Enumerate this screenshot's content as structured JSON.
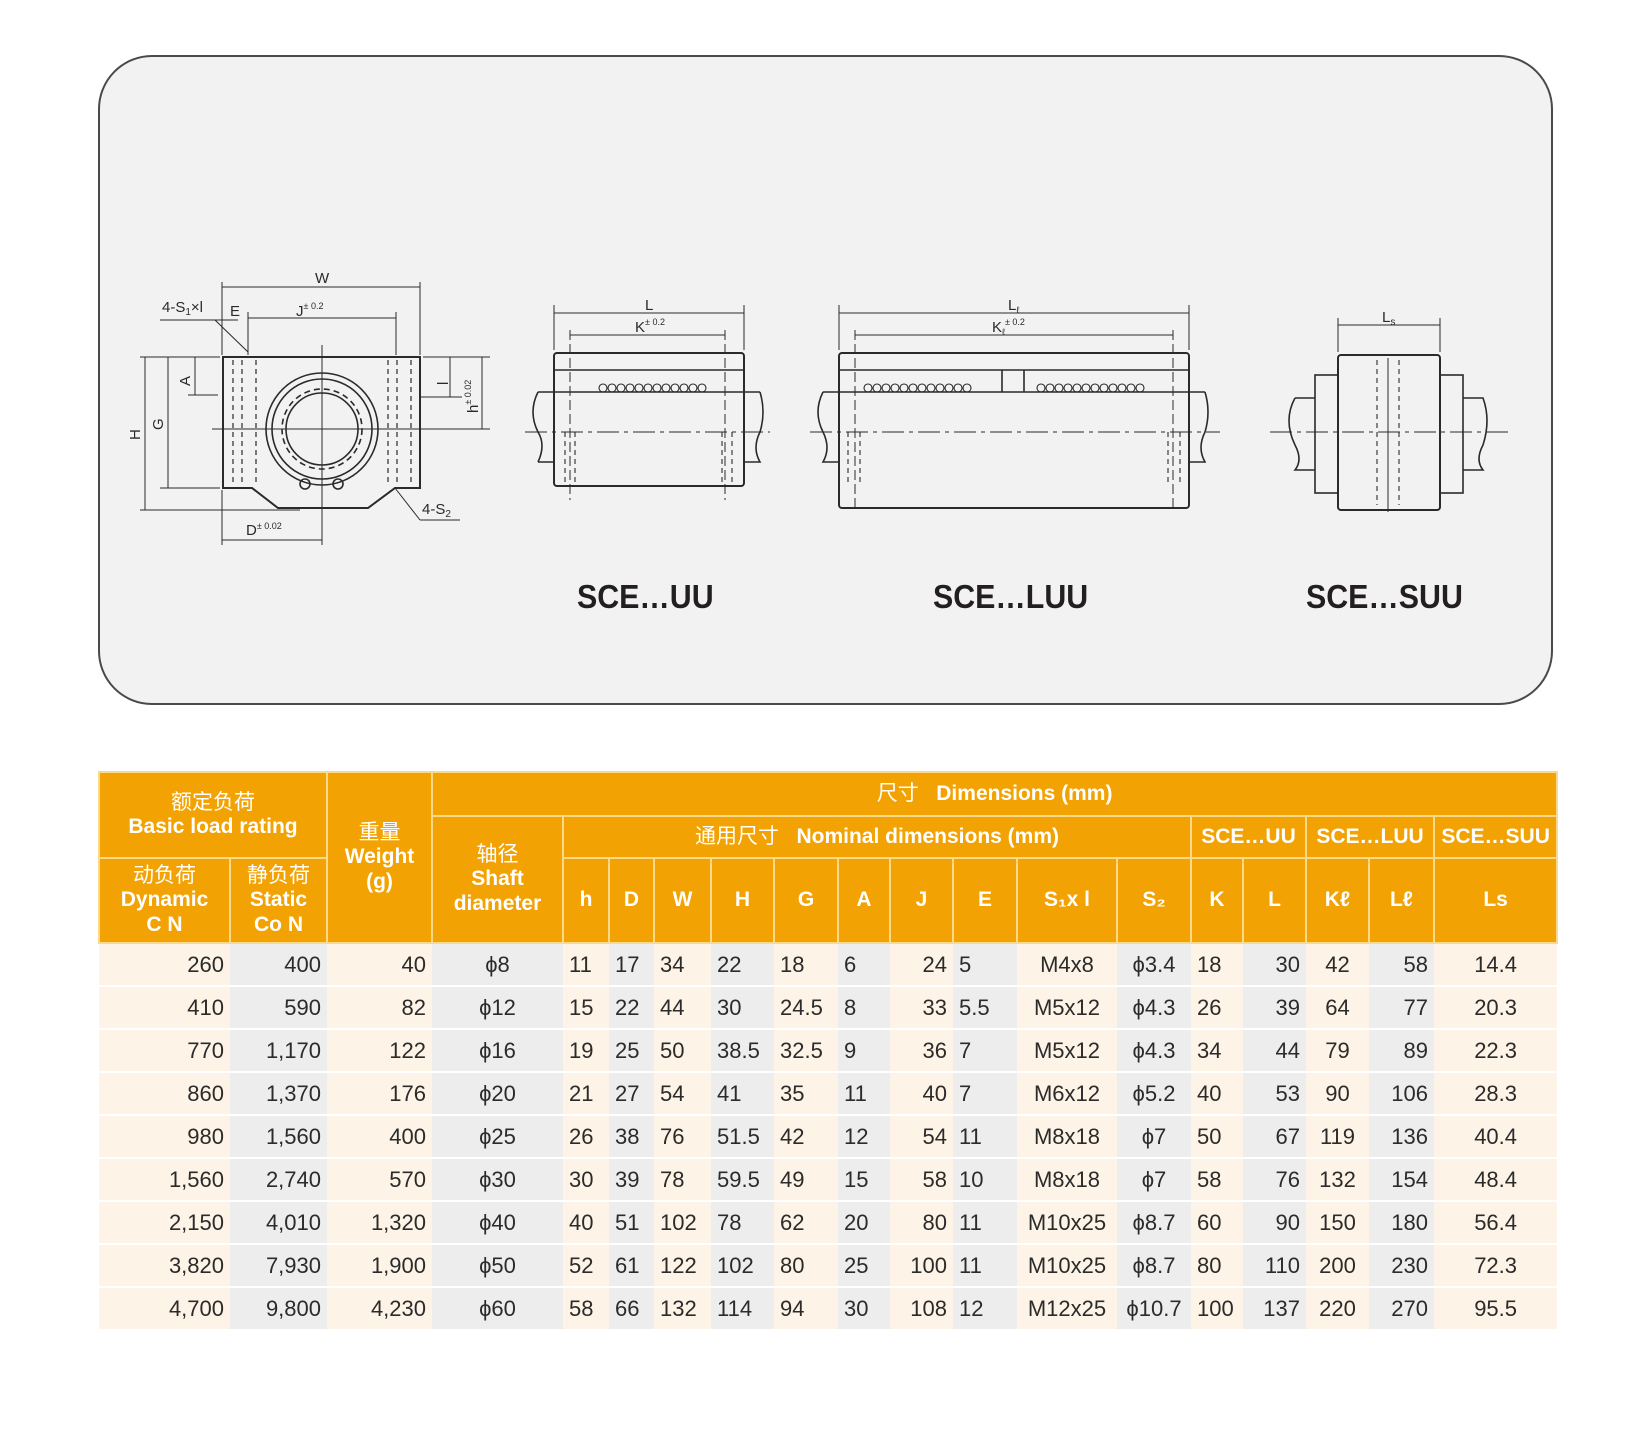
{
  "drawing_panel": {
    "models": [
      {
        "id": "uu",
        "label": "SCE…UU"
      },
      {
        "id": "luu",
        "label": "SCE…LUU"
      },
      {
        "id": "suu",
        "label": "SCE…SUU"
      }
    ],
    "front_view_dims": {
      "W": "W",
      "J": "J",
      "J_tol": "± 0.2",
      "E": "E",
      "S1xl": "4-S₁×l",
      "A": "A",
      "G": "G",
      "H": "H",
      "l": "l",
      "h": "h",
      "h_tol": "± 0.02",
      "D": "D",
      "D_tol": "± 0.02",
      "S2": "4-S₂"
    },
    "uu_dims": {
      "L": "L",
      "K": "K",
      "K_tol": "± 0.2"
    },
    "luu_dims": {
      "L": "Lℓ",
      "K": "Kℓ",
      "K_tol": "± 0.2"
    },
    "suu_dims": {
      "L": "Ls"
    }
  },
  "table": {
    "colors": {
      "header": "#f2a202",
      "cream": "#fdf3e6",
      "gray": "#ededee"
    },
    "headers": {
      "load_rating_zh": "额定负荷",
      "load_rating_en": "Basic load rating",
      "dynamic_zh": "动负荷",
      "dynamic_en": "Dynamic",
      "dynamic_unit": "C N",
      "static_zh": "静负荷",
      "static_en": "Static",
      "static_unit": "Co N",
      "weight_zh": "重量",
      "weight_en": "Weight",
      "weight_unit": "(g)",
      "shaft_zh": "轴径",
      "shaft_en": "Shaft",
      "shaft_en2": "diameter",
      "dimensions_zh": "尺寸",
      "dimensions_en": "Dimensions (mm)",
      "nominal_zh": "通用尺寸",
      "nominal_en": "Nominal dimensions (mm)",
      "group_uu": "SCE…UU",
      "group_luu": "SCE…LUU",
      "group_suu": "SCE…SUU",
      "columns": [
        "h",
        "D",
        "W",
        "H",
        "G",
        "A",
        "J",
        "E",
        "S₁x l",
        "S₂",
        "K",
        "L",
        "Kℓ",
        "Lℓ",
        "Ls"
      ]
    },
    "rows": [
      {
        "dynamic": "260",
        "static": "400",
        "weight": "40",
        "shaft": "ϕ8",
        "h": "11",
        "D": "17",
        "W": "34",
        "H": "22",
        "G": "18",
        "A": "6",
        "J": "24",
        "E": "5",
        "S1xl": "M4x8",
        "S2": "ϕ3.4",
        "K": "18",
        "L": "30",
        "Kl": "42",
        "Ll": "58",
        "Ls": "14.4"
      },
      {
        "dynamic": "410",
        "static": "590",
        "weight": "82",
        "shaft": "ϕ12",
        "h": "15",
        "D": "22",
        "W": "44",
        "H": "30",
        "G": "24.5",
        "A": "8",
        "J": "33",
        "E": "5.5",
        "S1xl": "M5x12",
        "S2": "ϕ4.3",
        "K": "26",
        "L": "39",
        "Kl": "64",
        "Ll": "77",
        "Ls": "20.3"
      },
      {
        "dynamic": "770",
        "static": "1,170",
        "weight": "122",
        "shaft": "ϕ16",
        "h": "19",
        "D": "25",
        "W": "50",
        "H": "38.5",
        "G": "32.5",
        "A": "9",
        "J": "36",
        "E": "7",
        "S1xl": "M5x12",
        "S2": "ϕ4.3",
        "K": "34",
        "L": "44",
        "Kl": "79",
        "Ll": "89",
        "Ls": "22.3"
      },
      {
        "dynamic": "860",
        "static": "1,370",
        "weight": "176",
        "shaft": "ϕ20",
        "h": "21",
        "D": "27",
        "W": "54",
        "H": "41",
        "G": "35",
        "A": "11",
        "J": "40",
        "E": "7",
        "S1xl": "M6x12",
        "S2": "ϕ5.2",
        "K": "40",
        "L": "53",
        "Kl": "90",
        "Ll": "106",
        "Ls": "28.3"
      },
      {
        "dynamic": "980",
        "static": "1,560",
        "weight": "400",
        "shaft": "ϕ25",
        "h": "26",
        "D": "38",
        "W": "76",
        "H": "51.5",
        "G": "42",
        "A": "12",
        "J": "54",
        "E": "11",
        "S1xl": "M8x18",
        "S2": "ϕ7",
        "K": "50",
        "L": "67",
        "Kl": "119",
        "Ll": "136",
        "Ls": "40.4"
      },
      {
        "dynamic": "1,560",
        "static": "2,740",
        "weight": "570",
        "shaft": "ϕ30",
        "h": "30",
        "D": "39",
        "W": "78",
        "H": "59.5",
        "G": "49",
        "A": "15",
        "J": "58",
        "E": "10",
        "S1xl": "M8x18",
        "S2": "ϕ7",
        "K": "58",
        "L": "76",
        "Kl": "132",
        "Ll": "154",
        "Ls": "48.4"
      },
      {
        "dynamic": "2,150",
        "static": "4,010",
        "weight": "1,320",
        "shaft": "ϕ40",
        "h": "40",
        "D": "51",
        "W": "102",
        "H": "78",
        "G": "62",
        "A": "20",
        "J": "80",
        "E": "11",
        "S1xl": "M10x25",
        "S2": "ϕ8.7",
        "K": "60",
        "L": "90",
        "Kl": "150",
        "Ll": "180",
        "Ls": "56.4"
      },
      {
        "dynamic": "3,820",
        "static": "7,930",
        "weight": "1,900",
        "shaft": "ϕ50",
        "h": "52",
        "D": "61",
        "W": "122",
        "H": "102",
        "G": "80",
        "A": "25",
        "J": "100",
        "E": "11",
        "S1xl": "M10x25",
        "S2": "ϕ8.7",
        "K": "80",
        "L": "110",
        "Kl": "200",
        "Ll": "230",
        "Ls": "72.3"
      },
      {
        "dynamic": "4,700",
        "static": "9,800",
        "weight": "4,230",
        "shaft": "ϕ60",
        "h": "58",
        "D": "66",
        "W": "132",
        "H": "114",
        "G": "94",
        "A": "30",
        "J": "108",
        "E": "12",
        "S1xl": "M12x25",
        "S2": "ϕ10.7",
        "K": "100",
        "L": "137",
        "Kl": "220",
        "Ll": "270",
        "Ls": "95.5"
      }
    ]
  }
}
